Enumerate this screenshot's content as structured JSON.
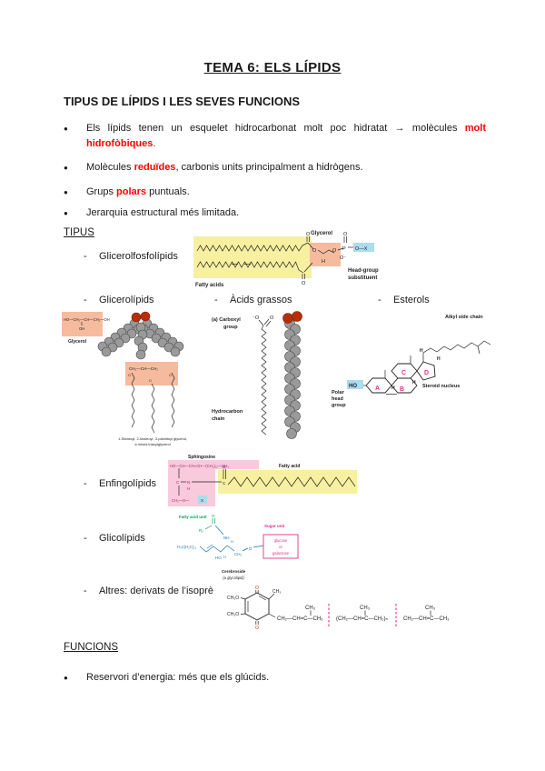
{
  "doc": {
    "title": "TEMA 6: ELS LÍPIDS",
    "section_heading": "TIPUS DE LÍPIDS I LES SEVES FUNCIONS",
    "tipus_heading": "TIPUS",
    "funcions_heading": "FUNCIONS"
  },
  "bullets": [
    {
      "pre": "Els lípids tenen un esquelet hidrocarbonat molt poc hidratat → molècules ",
      "highlight": "molt hidrofòbiques",
      "post": "."
    },
    {
      "pre": "Molècules ",
      "highlight": "reduïdes",
      "post": ", carbonis units principalment a hidrògens."
    },
    {
      "pre": "Grups ",
      "highlight": "polars",
      "post": " puntuals."
    },
    {
      "pre": "Jerarquia estructural més limitada.",
      "highlight": "",
      "post": ""
    }
  ],
  "funcions_bullets": [
    {
      "pre": "Reservori d’energia: més que els glúcids.",
      "highlight": "",
      "post": ""
    }
  ],
  "tipus_items": {
    "glicerolfosfolipids": "Glicerolfosfolípids",
    "glicerolipids": "Glicerolípids",
    "acids_grassos": "Àcids grassos",
    "esterols": "Esterols",
    "enfingolipids": "Enfingolípids",
    "glicolipids": "Glicolípids",
    "altres": "Altres: derivats de l’isoprè"
  },
  "diagrams": {
    "fosfolipid": {
      "glycerol_label": "Glycerol",
      "fatty_acids_label": "Fatty acids",
      "head_group_1": "Head-group",
      "head_group_2": "substituent",
      "o_top": "O",
      "o_bottom": "O",
      "o_l": "O",
      "o_r": "O",
      "h": "H",
      "o_phos_top": "O",
      "p": "P",
      "o_minus": "O⁻",
      "ox": "O—X"
    },
    "triacilglicerol": {
      "glycerol_formula_1": "HO—CH₂—CH—CH₂—OH",
      "glycerol_formula_2": "OH",
      "glycerol_caption": "Glycerol",
      "backbone": "CH₂—CH—CH₂",
      "o1": "O",
      "o2": "O",
      "o3": "O",
      "caption_1": "1-Stearoyl, 2-linoleoyl, 3-palmitoyl glycerol,",
      "caption_2": "a mixed triacylglycerol"
    },
    "acid_gras": {
      "label_1": "(a) Carboxyl",
      "label_2": "group",
      "o_minus": "⁻O",
      "o": "O",
      "hydrocarbon_1": "Hydrocarbon",
      "hydrocarbon_2": "chain"
    },
    "esterol": {
      "alkyl_label": "Alkyl side chain",
      "polar_1": "Polar",
      "polar_2": "head",
      "polar_3": "group",
      "ho": "HO",
      "steroid_label": "Steroid nucleus",
      "ring_a": "A",
      "ring_b": "B",
      "ring_c": "C",
      "ring_d": "D",
      "h1": "H",
      "h2": "H",
      "h3": "H",
      "h4": "H"
    },
    "esfingolipid": {
      "sphingosine_label": "Sphingosine",
      "fatty_acid_label": "Fatty acid",
      "formula_top": "HO—CH—CH=CH—(CH₂)₁₂—CH₃",
      "c1": "C",
      "n": "N",
      "h": "H",
      "c2": "C",
      "o": "O",
      "formula_bottom": "CH₂—O—",
      "x": "X"
    },
    "glicolipid": {
      "fatty_acid_unit": "Fatty acid unit",
      "sugar_unit": "Sugar unit",
      "o": "O",
      "r2": "R₂",
      "nh": "NH",
      "h1": "H",
      "h2": "H",
      "ho": "HO",
      "chain_start": "H₃C(H₂C)₁₂",
      "ch2": "CH₂",
      "o2": "O",
      "sugar_1": "glucose",
      "sugar_2": "or",
      "sugar_3": "galactose",
      "caption_1": "Cerebroside",
      "caption_2": "(a glycolipid)"
    },
    "isopre": {
      "ch3o_1": "CH₃O",
      "ch3o_2": "CH₃O",
      "ch3_ring": "CH₃",
      "o_top": "O",
      "o_bottom": "O",
      "chain_1": "CH₂—CH=C—CH₂",
      "chain_2": "(CH₂—CH=C—CH₂)ₙ",
      "chain_3": "CH₂—CH=C—CH₃",
      "ch3_b1": "CH₃",
      "ch3_b2": "CH₃",
      "ch3_b3": "CH₃"
    }
  },
  "colors": {
    "highlight_red": "#ff0000",
    "yellow": "#f7f0a0",
    "salmon": "#f6bb9e",
    "pink": "#f9c9dc",
    "blue": "#abdcef",
    "magenta": "#e5308c",
    "green": "#00a551",
    "chem_blue": "#1b75bb"
  }
}
